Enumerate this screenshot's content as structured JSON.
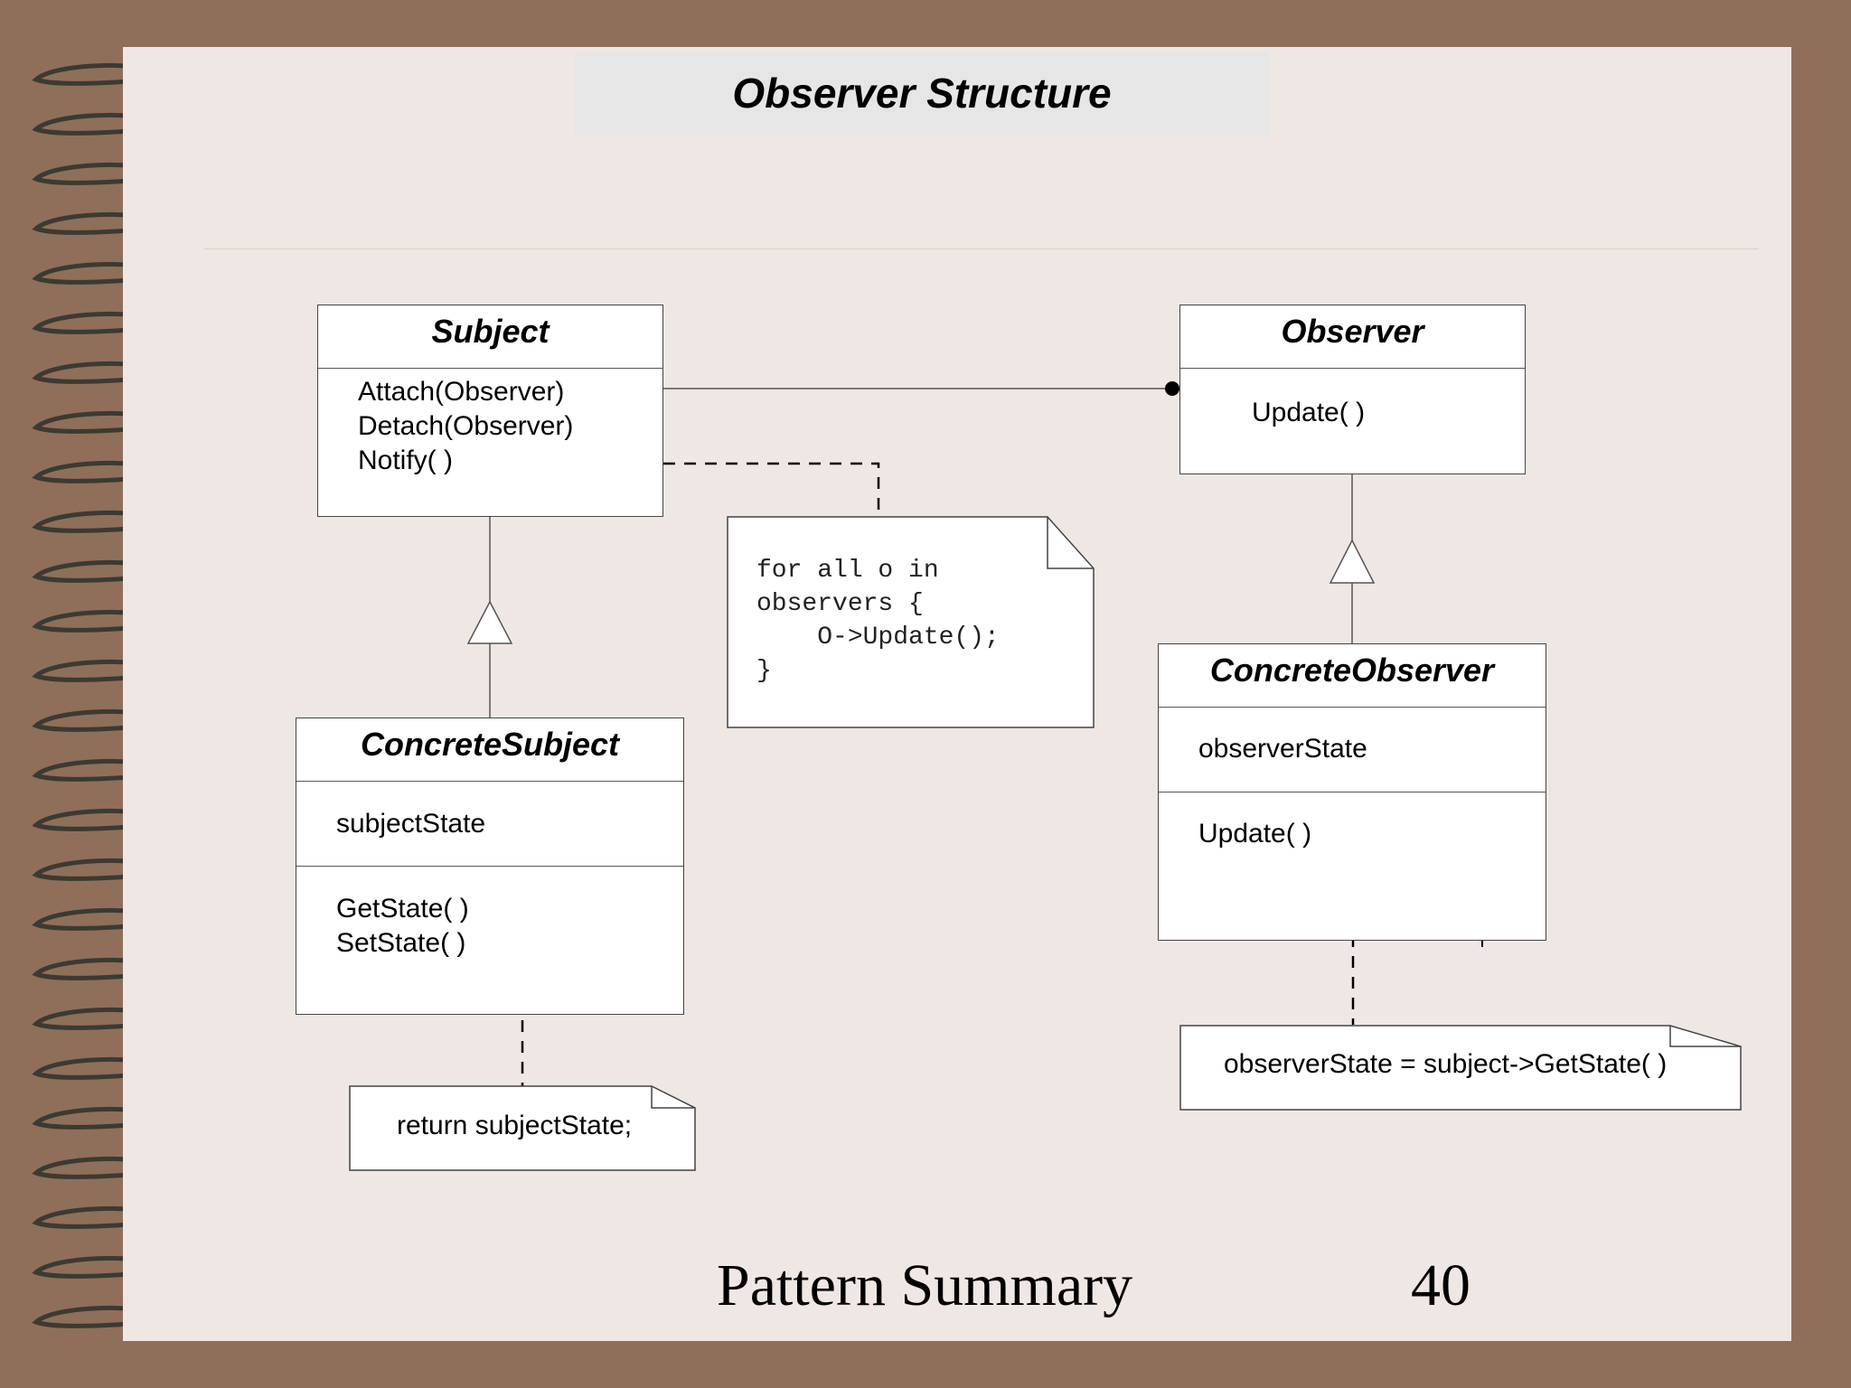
{
  "slide": {
    "title": "Observer Structure",
    "footer_text": "Pattern Summary",
    "page_number": "40"
  },
  "diagram": {
    "subject": {
      "name": "Subject",
      "operations": [
        "Attach(Observer)",
        "Detach(Observer)",
        "Notify( )"
      ]
    },
    "observer": {
      "name": "Observer",
      "operations": [
        "Update( )"
      ]
    },
    "concrete_subject": {
      "name": "ConcreteSubject",
      "attributes": [
        "subjectState"
      ],
      "operations": [
        "GetState( )",
        "SetState( )"
      ]
    },
    "concrete_observer": {
      "name": "ConcreteObserver",
      "attributes": [
        "observerState"
      ],
      "operations": [
        "Update( )"
      ]
    },
    "notes": {
      "notify_note": [
        "for all o in",
        "observers {",
        "    O->Update();",
        "}"
      ],
      "getstate_note": "return subjectState;",
      "update_note": "observerState = subject->GetState( )"
    }
  }
}
